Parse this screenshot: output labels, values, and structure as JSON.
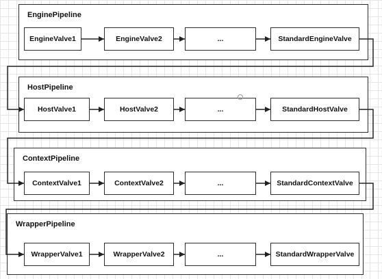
{
  "pipelines": [
    {
      "name": "engine",
      "title": "EnginePipeline",
      "valves": [
        "EngineValve1",
        "EngineValve2",
        "...",
        "StandardEngineValve"
      ]
    },
    {
      "name": "host",
      "title": "HostPipeline",
      "valves": [
        "HostValve1",
        "HostValve2",
        "...",
        "StandardHostValve"
      ]
    },
    {
      "name": "context",
      "title": "ContextPipeline",
      "valves": [
        "ContextValve1",
        "ContextValve2",
        "...",
        "StandardContextValve"
      ]
    },
    {
      "name": "wrapper",
      "title": "WrapperPipeline",
      "valves": [
        "WrapperValve1",
        "WrapperValve2",
        "...",
        "StandardWrapperValve"
      ]
    }
  ]
}
